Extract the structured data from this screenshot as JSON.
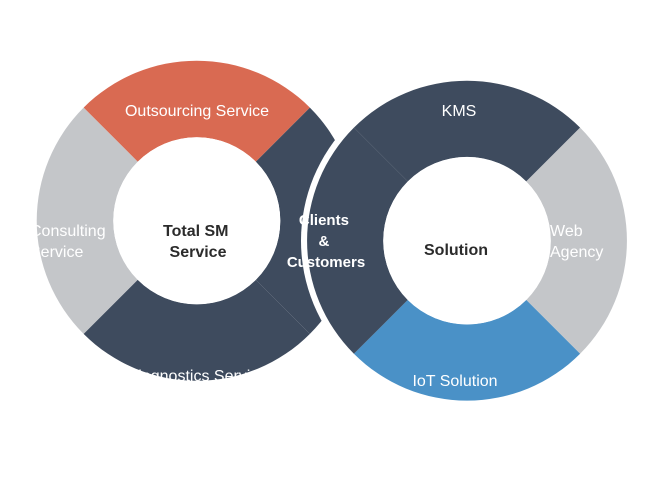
{
  "left_ring": {
    "center": [
      "Total SM",
      "Service"
    ],
    "outsourcing": "Outsourcing Service",
    "consulting": [
      "Consulting",
      "Service"
    ],
    "diagnostics": "Diagnostics Service"
  },
  "middle": {
    "lines": [
      "Clients",
      "&",
      "Customers"
    ]
  },
  "right_ring": {
    "center": "Solution",
    "kms": "KMS",
    "web": [
      "Web",
      "Agency"
    ],
    "iot": "IoT Solution"
  },
  "colors": {
    "orange": "#d96a52",
    "gray": "#c4c6c9",
    "navy": "#3e4b5e",
    "blue": "#4a91c7",
    "white": "#ffffff"
  }
}
